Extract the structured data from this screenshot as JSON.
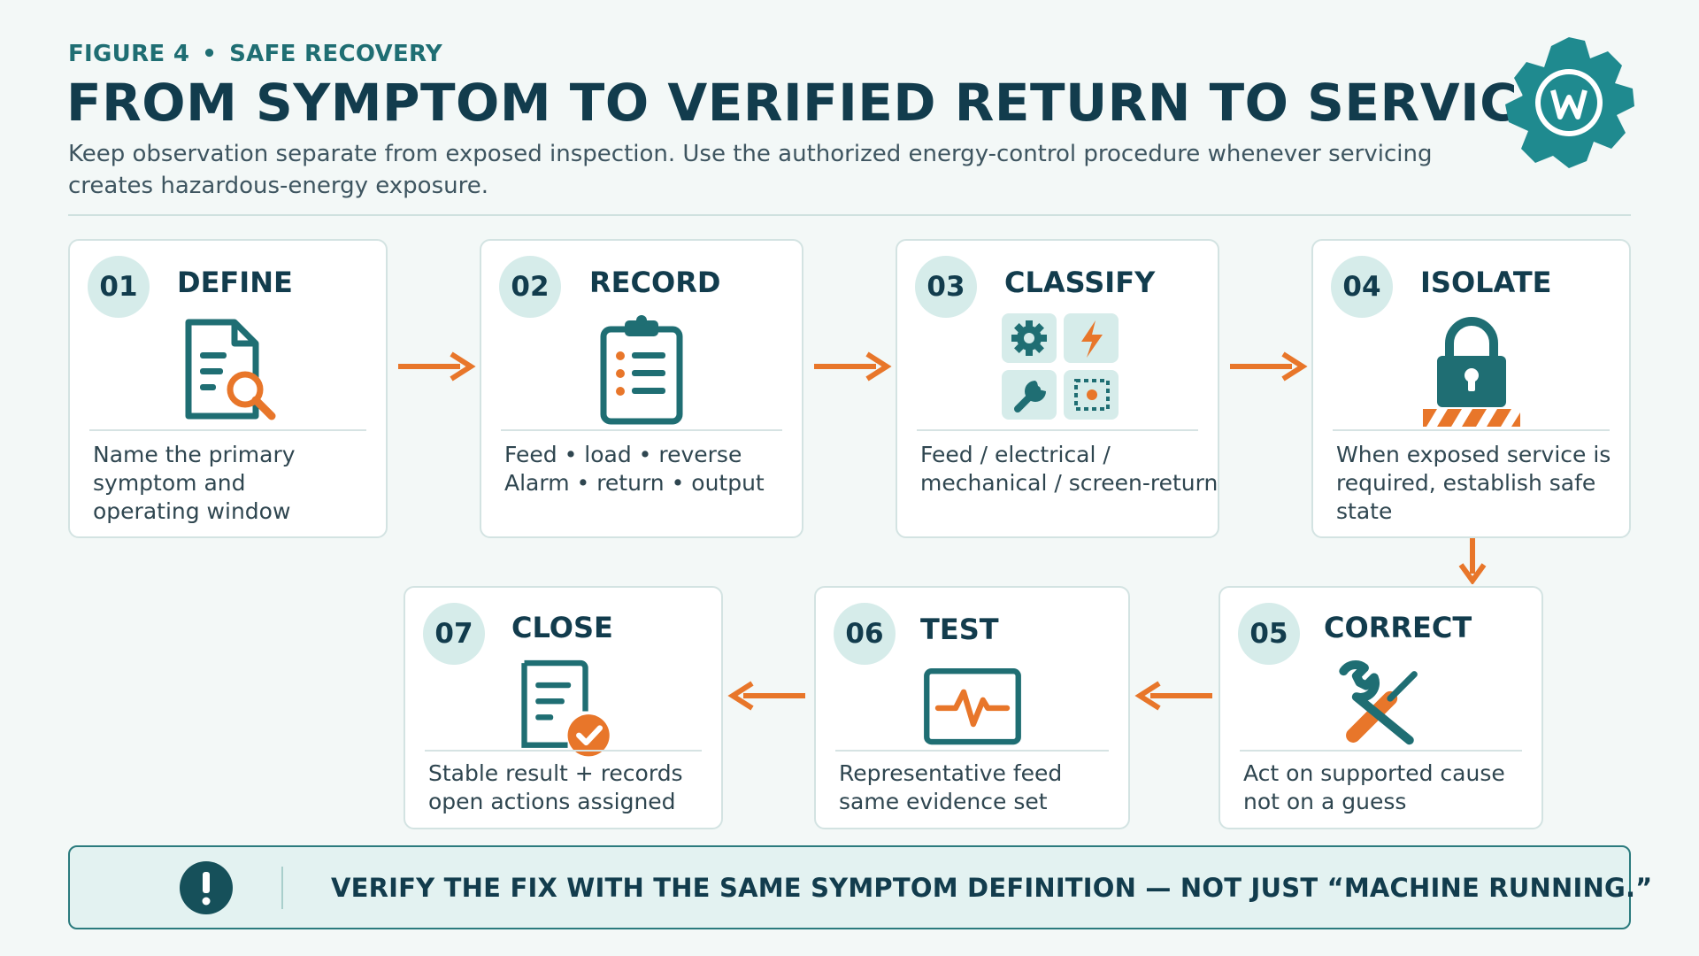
{
  "header": {
    "figure_label": "FIGURE 4",
    "separator": "•",
    "section_label": "SAFE RECOVERY",
    "title": "FROM SYMPTOM TO VERIFIED RETURN TO SERVICE",
    "subtitle": "Keep observation separate from exposed inspection. Use the authorized energy-control procedure whenever servicing creates hazardous-energy exposure."
  },
  "logo": {
    "icon": "gear-w-logo-icon",
    "color": "#1f8a8f"
  },
  "steps": [
    {
      "num": "01",
      "name": "DEFINE",
      "icon": "document-search-icon",
      "desc": [
        "Name the primary",
        "symptom and",
        "operating window"
      ]
    },
    {
      "num": "02",
      "name": "RECORD",
      "icon": "clipboard-list-icon",
      "desc": [
        "Feed • load • reverse",
        "Alarm • return • output"
      ]
    },
    {
      "num": "03",
      "name": "CLASSIFY",
      "icon": "category-grid-icon",
      "desc": [
        "Feed / electrical /",
        "mechanical / screen-return"
      ]
    },
    {
      "num": "04",
      "name": "ISOLATE",
      "icon": "padlock-barrier-icon",
      "desc": [
        "When exposed service is",
        "required, establish safe",
        "state"
      ]
    },
    {
      "num": "05",
      "name": "CORRECT",
      "icon": "wrench-screwdriver-icon",
      "desc": [
        "Act on supported cause",
        "not on a guess"
      ]
    },
    {
      "num": "06",
      "name": "TEST",
      "icon": "waveform-monitor-icon",
      "desc": [
        "Representative feed",
        "same evidence set"
      ]
    },
    {
      "num": "07",
      "name": "CLOSE",
      "icon": "document-check-icon",
      "desc": [
        "Stable result + records",
        "open actions assigned"
      ]
    }
  ],
  "banner": {
    "icon": "exclamation-icon",
    "text": "VERIFY THE FIX WITH THE SAME SYMPTOM DEFINITION — NOT JUST “MACHINE RUNNING.”"
  },
  "colors": {
    "teal": "#1f6e73",
    "navy": "#123c4d",
    "orange": "#e8762a",
    "accent_bg": "#d6ecea"
  }
}
